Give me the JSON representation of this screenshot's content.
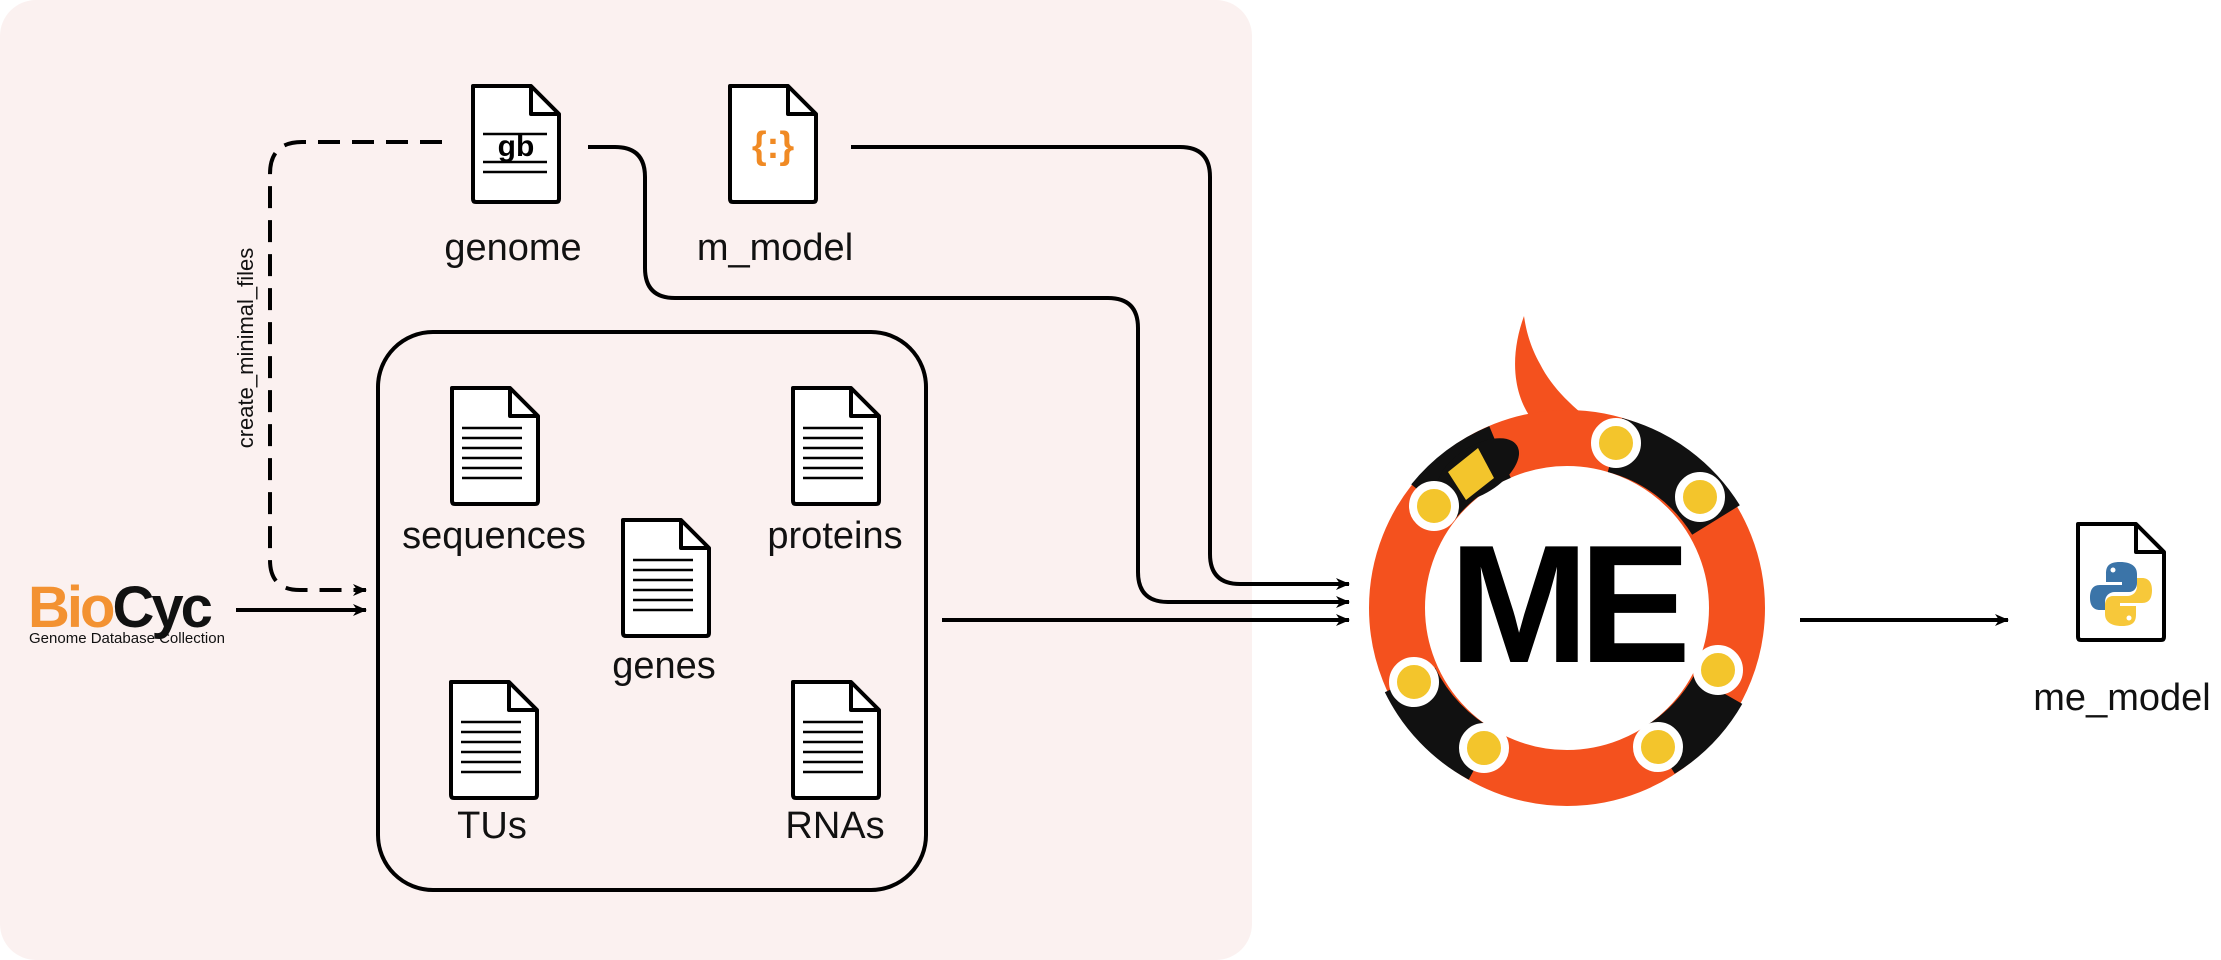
{
  "inputs": {
    "genome": "genome",
    "genome_icon_text": "gb",
    "m_model": "m_model",
    "m_model_icon_text": "{:}"
  },
  "biocyc": {
    "name_part1": "Bio",
    "name_part2": "Cyc",
    "subtitle": "Genome Database Collection",
    "colors": {
      "orange": "#f39232",
      "dark": "#111111"
    }
  },
  "edge_labels": {
    "create_minimal_files": "create_minimal_files"
  },
  "files": {
    "sequences": "sequences",
    "proteins": "proteins",
    "genes": "genes",
    "tus": "TUs",
    "rnas": "RNAs"
  },
  "logo": {
    "text": "ME",
    "colors": {
      "orange": "#f4511e",
      "black": "#111111",
      "yellow": "#f3c52c"
    }
  },
  "output": {
    "me_model": "me_model",
    "icon": "python-icon"
  },
  "colors": {
    "panel_bg": "#fbf1f0",
    "accent_orange": "#f08a24"
  }
}
